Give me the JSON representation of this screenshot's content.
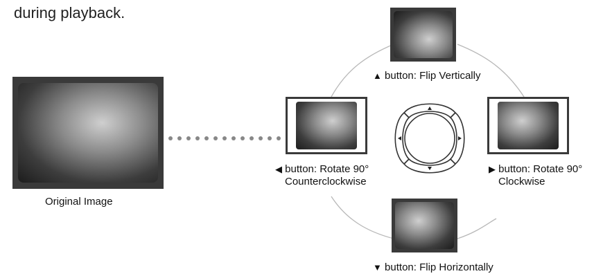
{
  "intro_text": "during playback.",
  "original": {
    "label": "Original Image"
  },
  "up": {
    "glyph": "▲",
    "label": "button: Flip Vertically"
  },
  "down": {
    "glyph": "▼",
    "label": "button: Flip Horizontally"
  },
  "left": {
    "glyph": "◀",
    "label": "button: Rotate 90°",
    "label2": "Counterclockwise"
  },
  "right": {
    "glyph": "▶",
    "label": "button: Rotate 90°",
    "label2": "Clockwise"
  },
  "icons": {
    "pad": "four-way-direction-pad-icon",
    "image": "butterfly-photo-icon"
  }
}
